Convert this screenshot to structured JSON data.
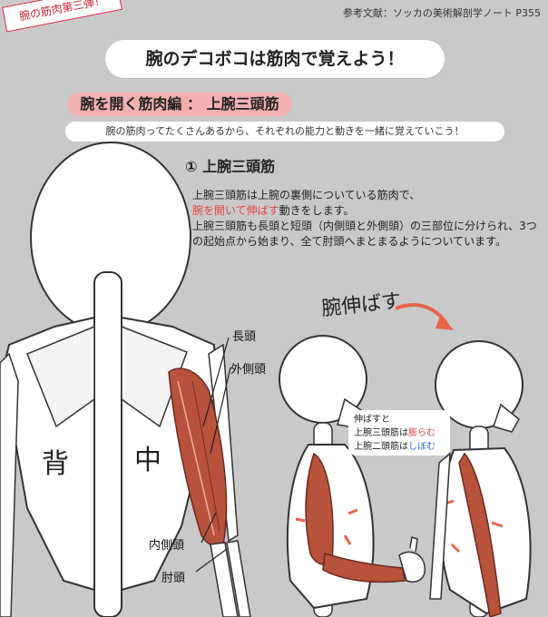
{
  "tag": "腕の筋肉第三弾！",
  "reference": "参考文献：ソッカの美術解剖学ノート P355",
  "title": "腕のデコボコは筋肉で覚えよう！",
  "subtitle": "腕を開く筋肉編 ： 上腕三頭筋",
  "description": "腕の筋肉ってたくさんあるから、それぞれの能力と動きを一緒に覚えていこう！",
  "section": {
    "title": "① 上腕三頭筋",
    "line1": "上腕三頭筋は上腕の裏側についている筋肉で、",
    "line2_highlight": "腕を開いて伸ばす",
    "line2_rest": "動きをします。",
    "line3": "上腕三頭筋も長頭と短頭（内側頭と外側頭）の三部位に分けられ、3つの起始点から始まり、全て肘頭へまとまるようについています。"
  },
  "figure": {
    "back_char1": "背",
    "back_char2": "中",
    "label_long_head": "長頭",
    "label_lateral_head": "外側頭",
    "label_medial_head": "内側頭",
    "label_olecranon": "肘頭",
    "arrow_text": "腕伸ばす",
    "bubble_line1": "伸ばすと",
    "bubble_line2_pre": "上腕三頭筋は",
    "bubble_line2_hl": "膨らむ",
    "bubble_line3_pre": "上腕二頭筋は",
    "bubble_line3_hl": "しぼむ"
  },
  "colors": {
    "background": "#c9c9c9",
    "accent_pink": "#f3b0b0",
    "highlight_red": "#e2464b",
    "highlight_blue": "#2f6dd8",
    "muscle": "#b8523c",
    "arrow": "#e8664a"
  }
}
